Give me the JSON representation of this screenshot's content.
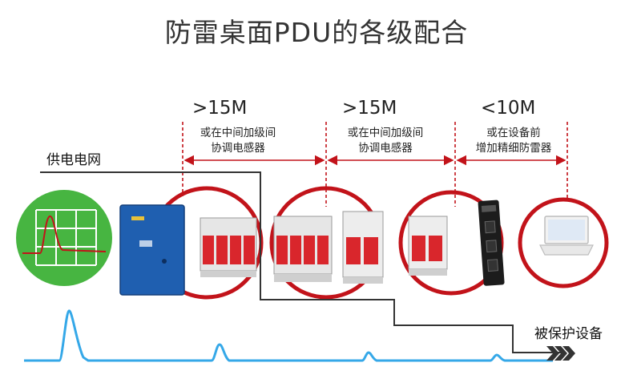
{
  "title": "防雷桌面PDU的各级配合",
  "segments": [
    {
      "distance": ">15M",
      "note_line1": "或在中间加级间",
      "note_line2": "协调电感器"
    },
    {
      "distance": ">15M",
      "note_line1": "或在中间加级间",
      "note_line2": "协调电感器"
    },
    {
      "distance": "<10M",
      "note_line1": "或在设备前",
      "note_line2": "增加精细防雷器"
    }
  ],
  "supply_label": "供电电网",
  "protected_label": "被保护设备",
  "stages": [
    {
      "name": "grid-waveform-icon"
    },
    {
      "name": "distribution-box-with-spd"
    },
    {
      "name": "spd-module-group"
    },
    {
      "name": "spd-module-pair"
    },
    {
      "name": "pdu-power-strip"
    },
    {
      "name": "laptop-icon"
    }
  ],
  "colors": {
    "accent_red": "#c2131a",
    "line_blue": "#35a8e8",
    "grid_green": "#47b541",
    "wire": "#333333"
  }
}
